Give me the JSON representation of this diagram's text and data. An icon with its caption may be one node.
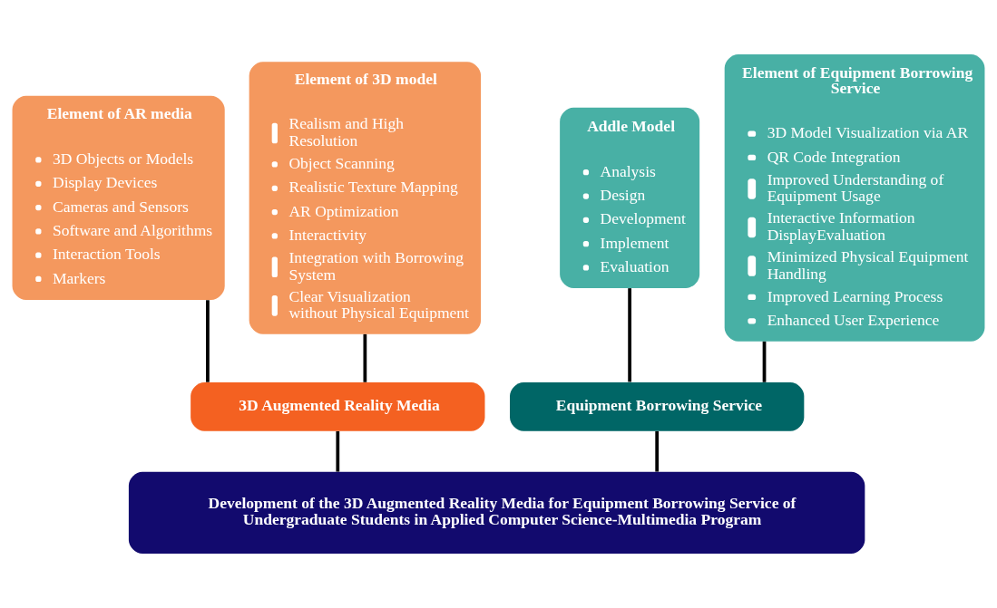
{
  "diagram": {
    "nodes": [
      {
        "text": [
          "Element of AR media",
          "3D Objects or Models",
          "Display Devices",
          "Cameras and Sensors",
          "Software and Algorithms",
          "Interaction Tools",
          "Markers"
        ]
      },
      {
        "text": [
          "Element of 3D model",
          "Realism and High Resolution",
          "Object Scanning",
          "Realistic Texture Mapping",
          "AR Optimization",
          "Interactivity",
          "Integration with Borrowing System",
          "Clear Visualization without Physical Equipment"
        ]
      },
      {
        "text": [
          "Addle Model",
          "Analysis",
          "Design",
          "Development",
          "Implement",
          "Evaluation"
        ]
      },
      {
        "text": [
          "Element of Equipment Borrowing Service",
          "3D Model Visualization via AR",
          "QR Code Integration",
          "Improved Understanding of Equipment Usage",
          "Interactive Information DisplayEvaluation",
          "Minimized Physical Equipment Handling",
          "Improved Learning Process",
          "Enhanced User Experience"
        ]
      },
      {
        "text": [
          "3D Augmented Reality Media"
        ]
      },
      {
        "text": [
          "Equipment Borrowing Service"
        ]
      },
      {
        "text": [
          "Development of the 3D Augmented Reality Media for Equipment Borrowing Service of Undergraduate Students in Applied Computer Science-Multimedia Program"
        ]
      }
    ],
    "edges": [
      {
        "from": 0,
        "to": 4,
        "arrow": "none"
      },
      {
        "from": 1,
        "to": 4,
        "arrow": "none"
      },
      {
        "from": 2,
        "to": 5,
        "arrow": "none"
      },
      {
        "from": 3,
        "to": 5,
        "arrow": "none"
      },
      {
        "from": 4,
        "to": 6,
        "arrow": "none"
      },
      {
        "from": 5,
        "to": 6,
        "arrow": "none"
      }
    ]
  }
}
